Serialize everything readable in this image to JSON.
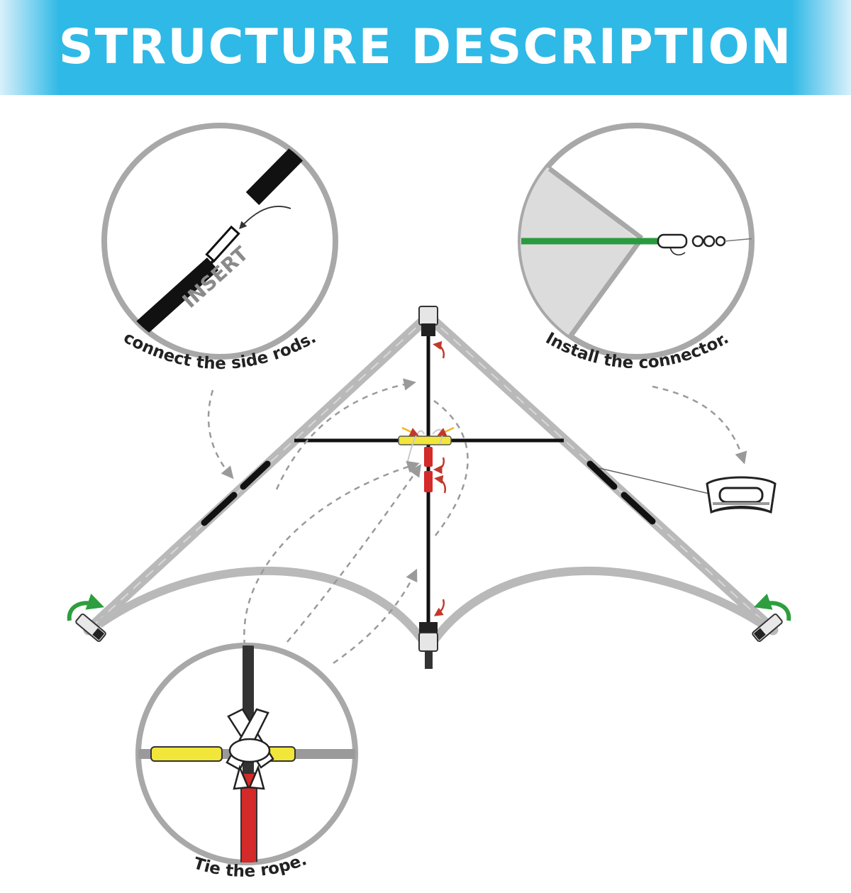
{
  "header": {
    "title": "STRUCTURE DESCRIPTION"
  },
  "callouts": {
    "side_rods": {
      "caption": "connect the side rods.",
      "insert_label": "INSERT"
    },
    "connector": {
      "caption": "Install the connector."
    },
    "rope": {
      "caption": "Tie the rope."
    }
  },
  "colors": {
    "banner": "#2fb9e6",
    "frame": "#b5b5b5",
    "spine": "#111111",
    "yellow_sleeve": "#f2e63a",
    "red_sleeve": "#d42a2a",
    "green_line": "#2a9a3e",
    "green_arrow": "#2e9e3e",
    "red_arrow": "#c0392b",
    "dashed_arrow": "#9a9a9a",
    "callout_ring": "#a8a8a8"
  },
  "icons": [
    "curved-arrow-icon",
    "swivel-clip-icon",
    "line-handle-icon",
    "dashed-arrow-icon"
  ]
}
